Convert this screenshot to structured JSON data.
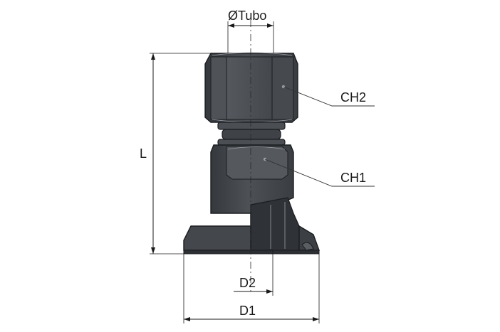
{
  "labels": {
    "tube_diameter": "ØTubo",
    "hex_2": "CH2",
    "hex_1": "CH1",
    "length": "L",
    "diameter_2": "D2",
    "diameter_1": "D1"
  },
  "colors": {
    "body_dark": "#3b3e43",
    "body_mid": "#4a4d52",
    "body_light": "#5f6368",
    "line": "#1a1a1a"
  }
}
